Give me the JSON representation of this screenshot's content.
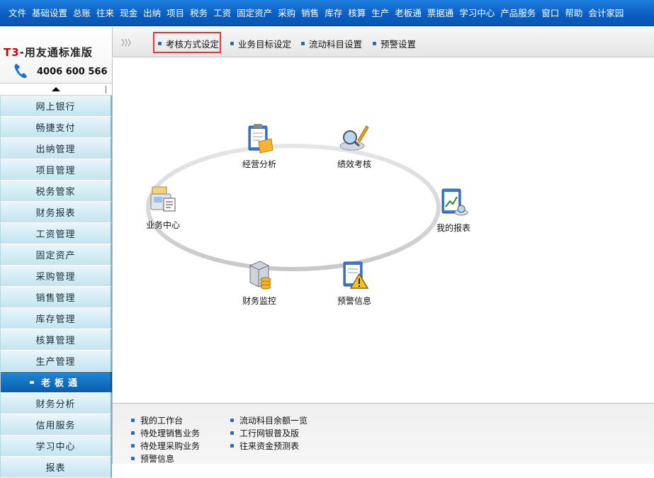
{
  "menubar": {
    "items": [
      "文件",
      "基础设置",
      "总账",
      "往来",
      "现金",
      "出纳",
      "项目",
      "税务",
      "工资",
      "固定资产",
      "采购",
      "销售",
      "库存",
      "核算",
      "生产",
      "老板通",
      "票据通",
      "学习中心",
      "产品服务",
      "窗口",
      "帮助",
      "会计家园"
    ]
  },
  "logo": {
    "brand": "T3",
    "title": "-用友通标准版",
    "phone": "4006 600 566"
  },
  "sidebar": {
    "items": [
      {
        "label": "网上银行",
        "active": false
      },
      {
        "label": "畅捷支付",
        "active": false
      },
      {
        "label": "出纳管理",
        "active": false
      },
      {
        "label": "项目管理",
        "active": false
      },
      {
        "label": "税务管家",
        "active": false
      },
      {
        "label": "财务报表",
        "active": false
      },
      {
        "label": "工资管理",
        "active": false
      },
      {
        "label": "固定资产",
        "active": false
      },
      {
        "label": "采购管理",
        "active": false
      },
      {
        "label": "销售管理",
        "active": false
      },
      {
        "label": "库存管理",
        "active": false
      },
      {
        "label": "核算管理",
        "active": false
      },
      {
        "label": "生产管理",
        "active": false
      },
      {
        "label": "老板通",
        "active": true
      },
      {
        "label": "财务分析",
        "active": false
      },
      {
        "label": "信用服务",
        "active": false
      },
      {
        "label": "学习中心",
        "active": false
      },
      {
        "label": "报表",
        "active": false
      }
    ]
  },
  "subbar": {
    "chevrons": "〉〉〉",
    "tabs": [
      "考核方式设定",
      "业务目标设定",
      "流动科目设置",
      "预警设置"
    ]
  },
  "main": {
    "nodes": {
      "business_analysis": "经营分析",
      "performance": "绩效考核",
      "business_center": "业务中心",
      "my_reports": "我的报表",
      "finance_monitor": "财务监控",
      "alert_info": "预警信息"
    }
  },
  "bottom": {
    "links": [
      "我的工作台",
      "待处理销售业务",
      "待处理采购业务",
      "预警信息",
      "流动科目余额一览",
      "工行网银普及版",
      "往来资金预测表"
    ]
  },
  "colors": {
    "menubar": "#0a5cc0",
    "sidebar_item": "#c4e4ef",
    "sidebar_active": "#0b5cac",
    "highlight": "#ee3333",
    "bullet": "#1a6fc9"
  }
}
